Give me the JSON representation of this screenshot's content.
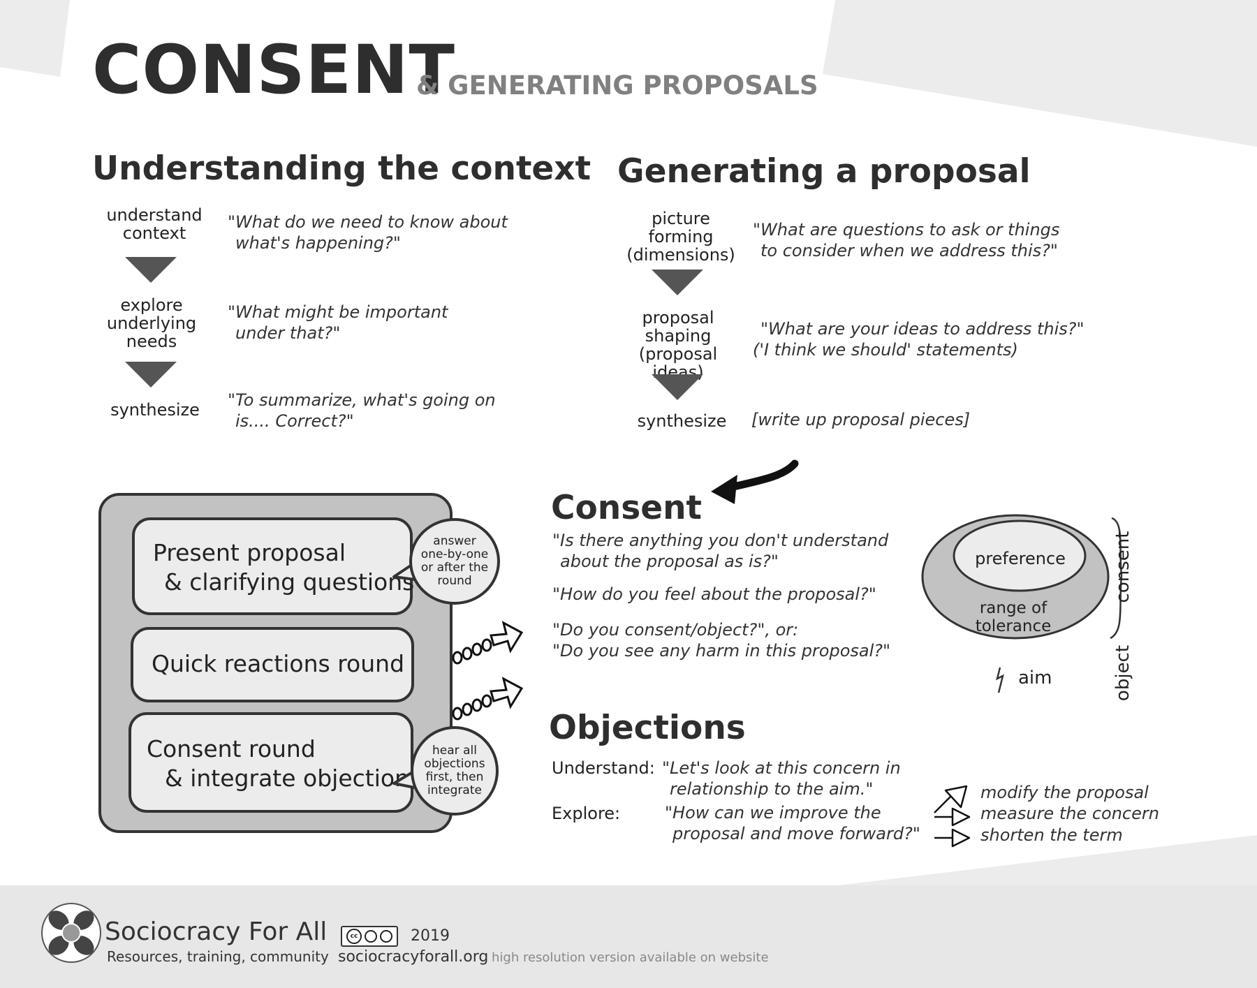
{
  "title": "CONSENT",
  "subtitle": "& GENERATING PROPOSALS",
  "context": {
    "heading": "Understanding the context",
    "steps": [
      {
        "label_lines": [
          "understand",
          "context"
        ],
        "quote_lines": [
          "\"What do we need to know about",
          "what's happening?\""
        ]
      },
      {
        "label_lines": [
          "explore",
          "underlying",
          "needs"
        ],
        "quote_lines": [
          "\"What might be important",
          "under that?\""
        ]
      },
      {
        "label_lines": [
          "synthesize"
        ],
        "quote_lines": [
          "\"To summarize, what's going on",
          "is.... Correct?\""
        ]
      }
    ]
  },
  "proposal": {
    "heading": "Generating a proposal",
    "steps": [
      {
        "label_lines": [
          "picture",
          "forming",
          "(dimensions)"
        ],
        "quote_lines": [
          "\"What are questions to ask or things",
          "to consider when we address this?\""
        ]
      },
      {
        "label_lines": [
          "proposal",
          "shaping",
          "(proposal ideas)"
        ],
        "quote_lines": [
          "\"What are your ideas to address this?\"",
          "('I think we should' statements)"
        ]
      },
      {
        "label_lines": [
          "synthesize"
        ],
        "quote_lines": [
          "[write up proposal pieces]"
        ]
      }
    ]
  },
  "process": {
    "boxes": [
      {
        "lines": [
          "Present proposal",
          "& clarifying questions"
        ]
      },
      {
        "lines": [
          "Quick reactions round"
        ]
      },
      {
        "lines": [
          "Consent round",
          "& integrate objections"
        ]
      }
    ],
    "bubbles": [
      {
        "lines": [
          "answer",
          "one-by-one",
          "or after the",
          "round"
        ]
      },
      {
        "lines": [
          "hear all",
          "objections",
          "first, then",
          "integrate"
        ]
      }
    ]
  },
  "consent": {
    "heading": "Consent",
    "questions": [
      [
        "\"Is there anything you don't understand",
        "about the proposal as is?\""
      ],
      [
        "\"How do you feel about the proposal?\""
      ],
      [
        "\"Do you consent/object?\", or:",
        "\"Do you see any harm in this proposal?\""
      ]
    ],
    "diagram": {
      "inner_label": "preference",
      "outer_label_lines": [
        "range of",
        "tolerance"
      ],
      "aim_label": "aim",
      "side_labels": [
        "consent",
        "object"
      ]
    }
  },
  "objections": {
    "heading": "Objections",
    "rows": [
      {
        "label": "Understand:",
        "quote_lines": [
          "\"Let's look at this concern in",
          "relationship to the aim.\""
        ]
      },
      {
        "label": "Explore:",
        "quote_lines": [
          "\"How can we improve the",
          "proposal and move forward?\""
        ]
      }
    ],
    "actions": [
      "modify the proposal",
      "measure the concern",
      "shorten the term"
    ]
  },
  "footer": {
    "org_name": "Sociocracy For All",
    "tagline": "Resources, training, community",
    "license_badge": "cc by sa",
    "year": "2019",
    "website": "sociocracyforall.org",
    "note": "high resolution version available on website"
  },
  "colors": {
    "background": "#ffffff",
    "side_panels": "#ececec",
    "title": "#2e2e2e",
    "subtitle": "#808080",
    "box_fill": "#c2c2c2",
    "footer": "#e7e7e7"
  }
}
